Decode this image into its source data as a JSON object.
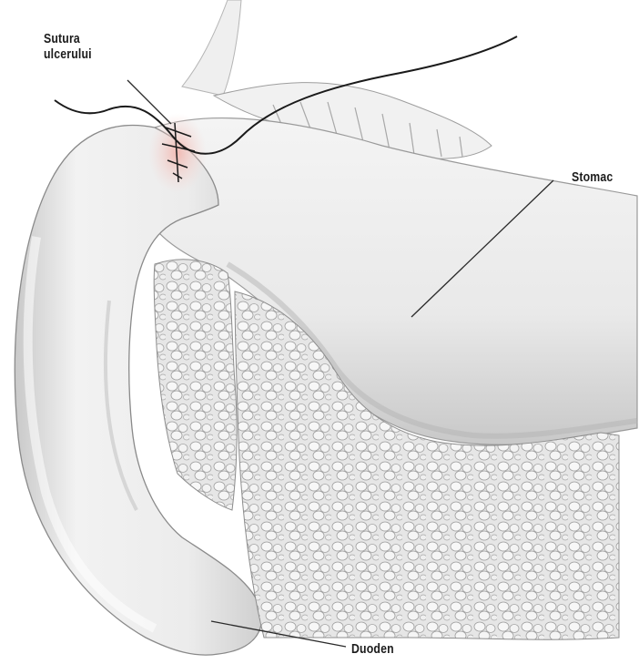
{
  "labels": {
    "sutura_line1": "Sutura",
    "sutura_line2": "ulcerului",
    "stomac": "Stomac",
    "duoden": "Duoden"
  },
  "colors": {
    "background": "#ffffff",
    "organ_fill": "#ededed",
    "organ_shadow": "#b9b9b9",
    "outline": "#2a2a2a",
    "suture_highlight": "#f3c4c0",
    "suture_thread": "#1a1a1a",
    "fat_tissue": "#e2e2e2"
  }
}
